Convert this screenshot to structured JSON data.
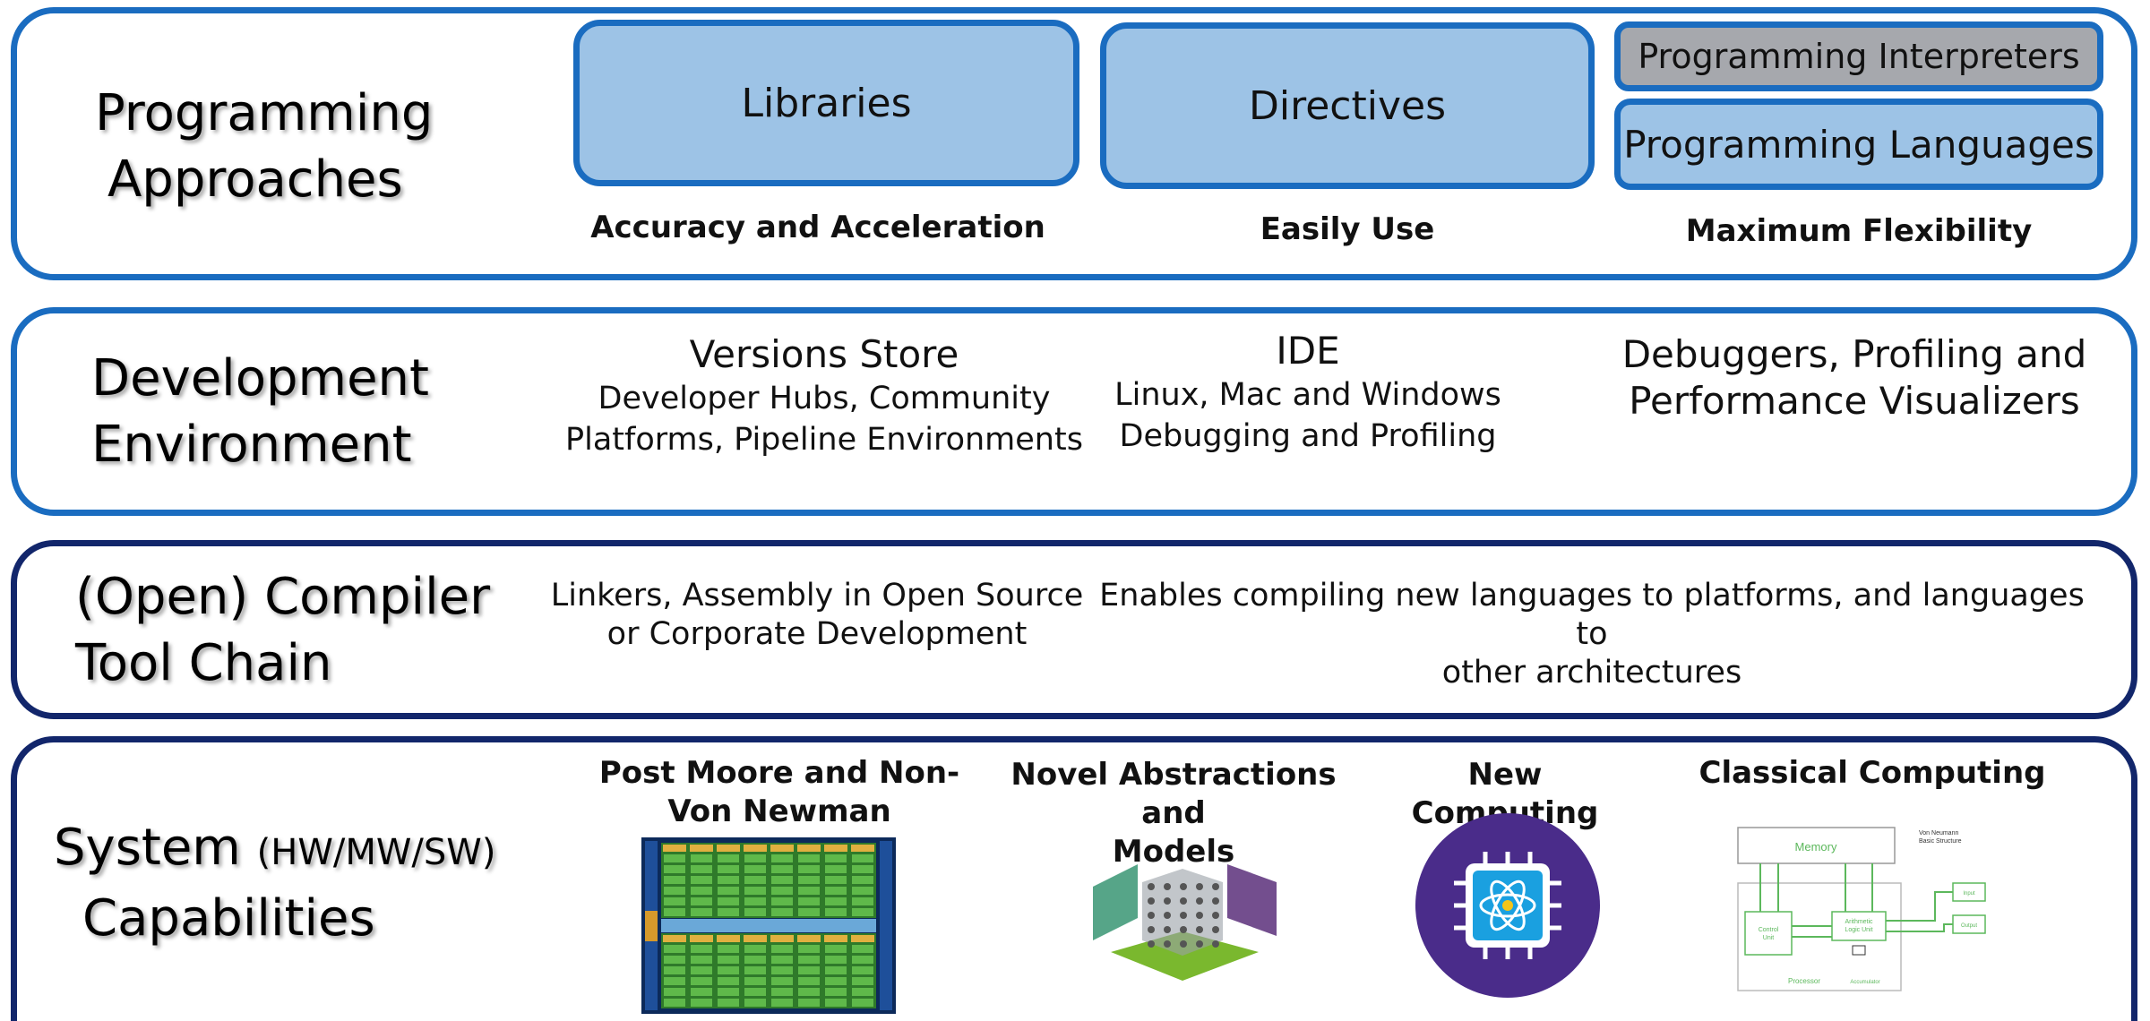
{
  "row1": {
    "title_line1": "Programming",
    "title_line2": "Approaches",
    "libraries": "Libraries",
    "directives": "Directives",
    "interpreters": "Programming Interpreters",
    "languages": "Programming Languages",
    "sub_libraries": "Accuracy and Acceleration",
    "sub_directives": "Easily Use",
    "sub_languages": "Maximum Flexibility"
  },
  "row2": {
    "title_line1": "Development",
    "title_line2": "Environment",
    "col1_head": "Versions Store",
    "col1_line1": "Developer Hubs, Community",
    "col1_line2": "Platforms, Pipeline Environments",
    "col2_head": "IDE",
    "col2_line1": "Linux, Mac and Windows",
    "col2_line2": "Debugging and Profiling",
    "col3_line1": "Debuggers, Profiling and",
    "col3_line2": "Performance Visualizers"
  },
  "row3": {
    "title_line1": "(Open) Compiler",
    "title_line2": "Tool Chain",
    "col1_line1": "Linkers, Assembly in Open Source",
    "col1_line2": "or Corporate Development",
    "col2_line1": "Enables compiling new languages to platforms, and languages to",
    "col2_line2": "other architectures"
  },
  "row4": {
    "title_main": "System",
    "title_small": "(HW/MW/SW)",
    "title_line2": "Capabilities",
    "cap1_line1": "Post Moore  and Non-",
    "cap1_line2": "Von Newman",
    "cap2_line1": "Novel Abstractions and",
    "cap2_line2": "Models",
    "cap3": "New Computing",
    "cap4": "Classical Computing",
    "vn_memory": "Memory",
    "vn_note_line1": "Von Neumann",
    "vn_note_line2": "Basic Structure",
    "vn_control_line1": "Control",
    "vn_control_line2": "Unit",
    "vn_alu_line1": "Arithmetic",
    "vn_alu_line2": "Logic Unit",
    "vn_input": "Input",
    "vn_output": "Output",
    "vn_processor": "Processor",
    "vn_accumulator": "Accumulator"
  },
  "colors": {
    "blue_border": "#1a6cc0",
    "navy_border": "#12266b",
    "box_fill": "#9dc3e6",
    "grey_fill": "#a6a8ad"
  }
}
